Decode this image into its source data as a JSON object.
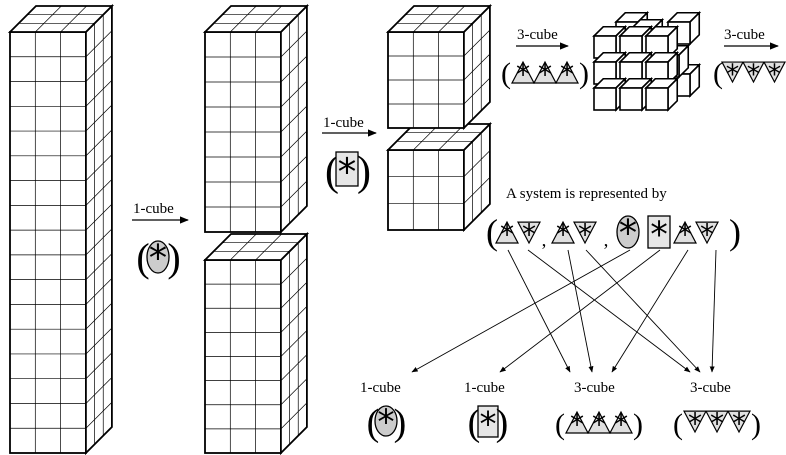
{
  "labels": {
    "arrow_1": "1-cube",
    "arrow_2": "1-cube",
    "arrow_3": "3-cube",
    "arrow_4": "3-cube",
    "system_caption": "A system is represented by",
    "out_1": "1-cube",
    "out_2": "1-cube",
    "out_3": "3-cube",
    "out_4": "3-cube"
  },
  "symbols": {
    "star_char": "*",
    "comma_char": ","
  }
}
